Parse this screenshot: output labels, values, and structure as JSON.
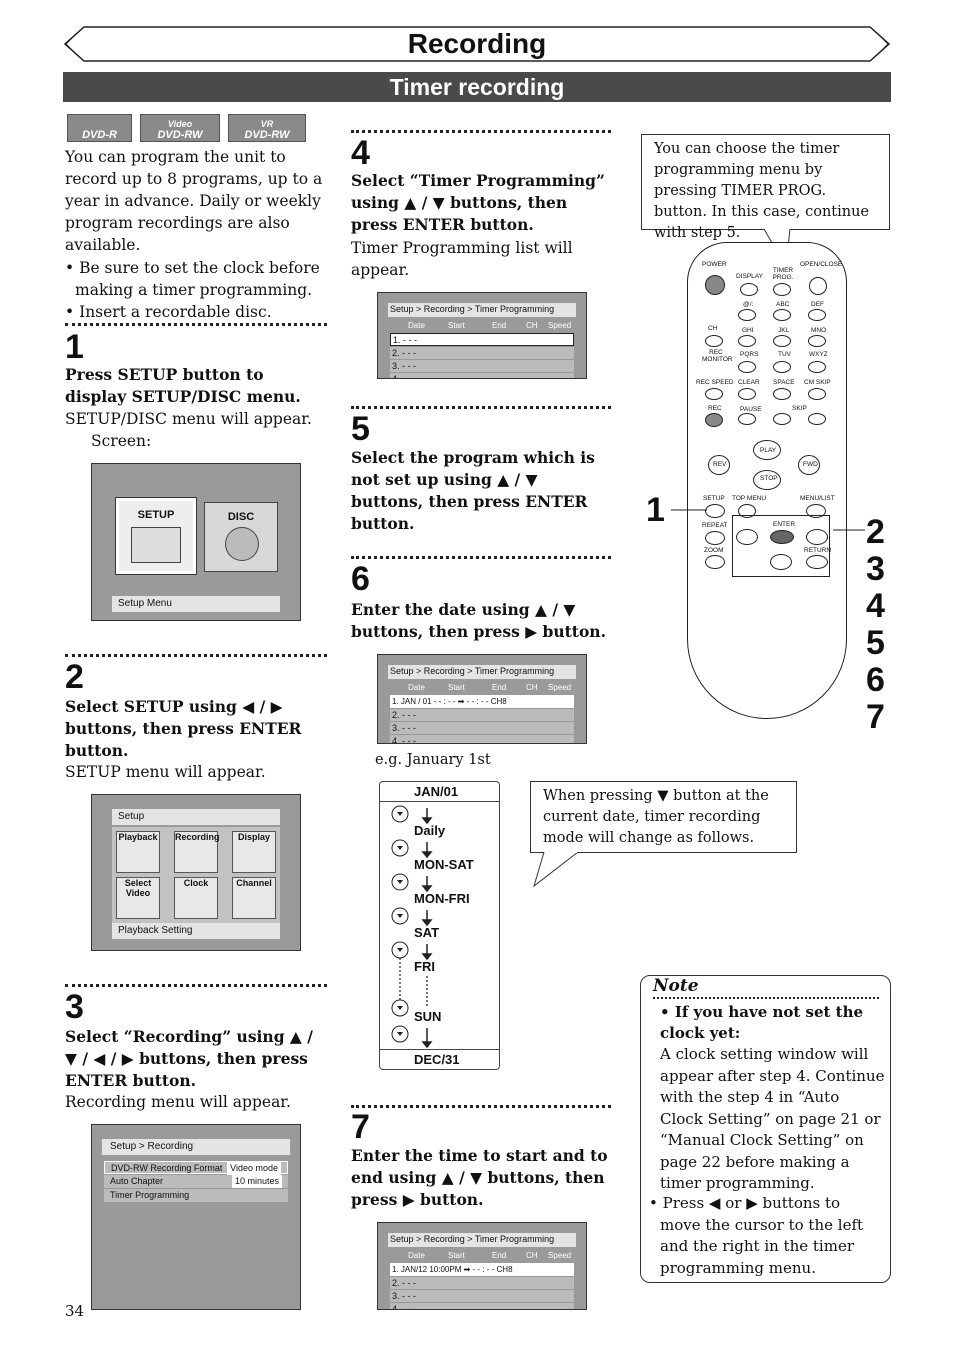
{
  "header": {
    "title": "Recording",
    "subtitle": "Timer recording"
  },
  "badges": [
    {
      "top": "",
      "main": "DVD-R"
    },
    {
      "top": "Video",
      "main": "DVD-RW"
    },
    {
      "top": "VR",
      "main": "DVD-RW"
    }
  ],
  "intro": {
    "text": "You can program the unit to record up to 8 programs, up to a year in advance. Daily or weekly program recordings are also available.",
    "bullet1": "• Be sure to set the clock before making a timer programming.",
    "bullet2": "• Insert a recordable disc."
  },
  "step1": {
    "num": "1",
    "bold": "Press SETUP button to display SETUP/DISC menu.",
    "text": "SETUP/DISC menu will appear.",
    "screen_label": "Screen:",
    "setup": "SETUP",
    "disc": "DISC",
    "footer": "Setup Menu"
  },
  "step2": {
    "num": "2",
    "bold": "Select SETUP using ◀ / ▶ buttons, then press ENTER button.",
    "text": "SETUP menu will appear.",
    "header": "Setup",
    "items": [
      "Playback",
      "Recording",
      "Display",
      "Select Video",
      "Clock",
      "Channel"
    ],
    "footer": "Playback Setting"
  },
  "step3": {
    "num": "3",
    "bold": "Select “Recording” using ▲ / ▼ / ◀ / ▶ buttons, then press ENTER button.",
    "text": "Recording menu will appear.",
    "header": "Setup > Recording",
    "rows": [
      {
        "label": "DVD-RW Recording Format",
        "value": "Video mode"
      },
      {
        "label": "Auto Chapter",
        "value": "10 minutes"
      },
      {
        "label": "Timer Programming",
        "value": ""
      }
    ]
  },
  "step4": {
    "num": "4",
    "bold": "Select “Timer Programming” using ▲ / ▼ buttons, then press ENTER button.",
    "text": "Timer Programming list will appear."
  },
  "timer": {
    "header": "Setup > Recording > Timer Programming",
    "cols": [
      "Date",
      "Start",
      "End",
      "CH",
      "Speed"
    ],
    "rows": [
      "1. - - -",
      "2. - - -",
      "3. - - -",
      "4. - - -"
    ]
  },
  "step5": {
    "num": "5",
    "bold": "Select the program which is not set up using ▲ / ▼ buttons, then press ENTER button."
  },
  "step6": {
    "num": "6",
    "bold": "Enter the date using ▲ / ▼ buttons, then press ▶ button.",
    "row1": "1. JAN / 01  - - : - -  ➡ - - : - -   CH8",
    "example": "e.g. January 1st"
  },
  "step7": {
    "num": "7",
    "bold": "Enter the time to start and to end using ▲ / ▼ buttons, then press ▶ button.",
    "row1": "1. JAN/12  10:00PM ➡ - - : - -   CH8"
  },
  "flow": {
    "items": [
      "JAN/01",
      "Daily",
      "MON-SAT",
      "MON-FRI",
      "SAT",
      "FRI",
      "SUN",
      "DEC/31"
    ]
  },
  "callout_remote": "You can choose the timer programming menu by pressing TIMER PROG. button. In this case, continue with step 5.",
  "callout_flow": "When pressing ▼ button at the current date, timer recording mode will change as follows.",
  "remote": {
    "labels": [
      "POWER",
      "DISPLAY",
      "TIMER PROG.",
      "OPEN/CLOSE",
      "@/:",
      "ABC",
      "DEF",
      "CH",
      "GHI",
      "JKL",
      "MNO",
      "REC MONITOR",
      "PQRS",
      "TUV",
      "WXYZ",
      "REC SPEED",
      "CLEAR",
      "SPACE",
      "CM SKIP",
      "REC",
      "PAUSE",
      "SKIP",
      "PLAY",
      "REV",
      "FWD",
      "STOP",
      "SETUP",
      "TOP MENU",
      "MENU/LIST",
      "REPEAT",
      "ENTER",
      "ZOOM",
      "RETURN"
    ],
    "left_step": "1",
    "right_steps": [
      "2",
      "3",
      "4",
      "5",
      "6",
      "7"
    ]
  },
  "note": {
    "title": "Note",
    "b1_bold": "If you have not set the clock yet:",
    "b1_text": "A clock setting window will appear after step 4. Continue with the step 4 in “Auto Clock Setting” on page 21 or “Manual Clock Setting” on page 22 before making a timer programming.",
    "b2": "Press ◀ or ▶ buttons to move the cursor to the left and the right in the timer programming menu."
  },
  "page_number": "34"
}
